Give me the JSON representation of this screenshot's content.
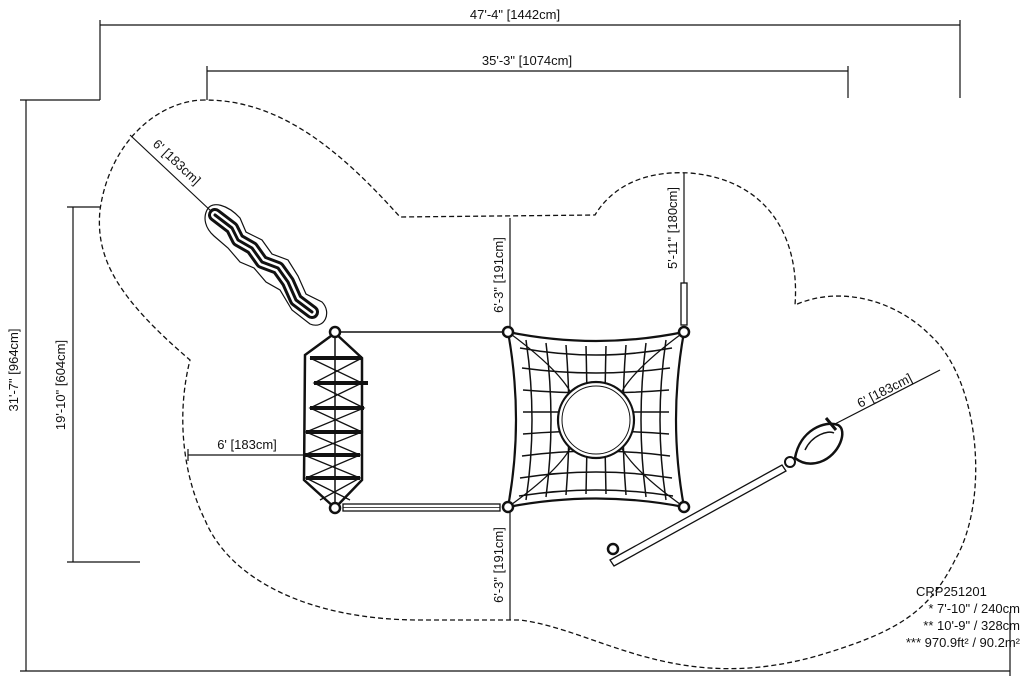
{
  "dimensions": {
    "overall_width": "47'-4\" [1442cm]",
    "inner_width": "35'-3\" [1074cm]",
    "overall_height": "31'-7\" [964cm]",
    "inner_height": "19'-10\" [604cm]",
    "slide_clearance": "6' [183cm]",
    "left_clearance": "6' [183cm]",
    "top_clearance": "6'-3\" [191cm]",
    "bottom_clearance": "6'-3\" [191cm]",
    "right_top_clearance": "5'-11\" [180cm]",
    "pole_clearance": "6' [183cm]"
  },
  "legend": {
    "model": "CRP251201",
    "line1": "* 7'-10\" / 240cm",
    "line2": "** 10'-9\" / 328cm",
    "line3": "*** 970.9ft² / 90.2m²"
  },
  "colors": {
    "line": "#111111",
    "background": "#ffffff"
  }
}
